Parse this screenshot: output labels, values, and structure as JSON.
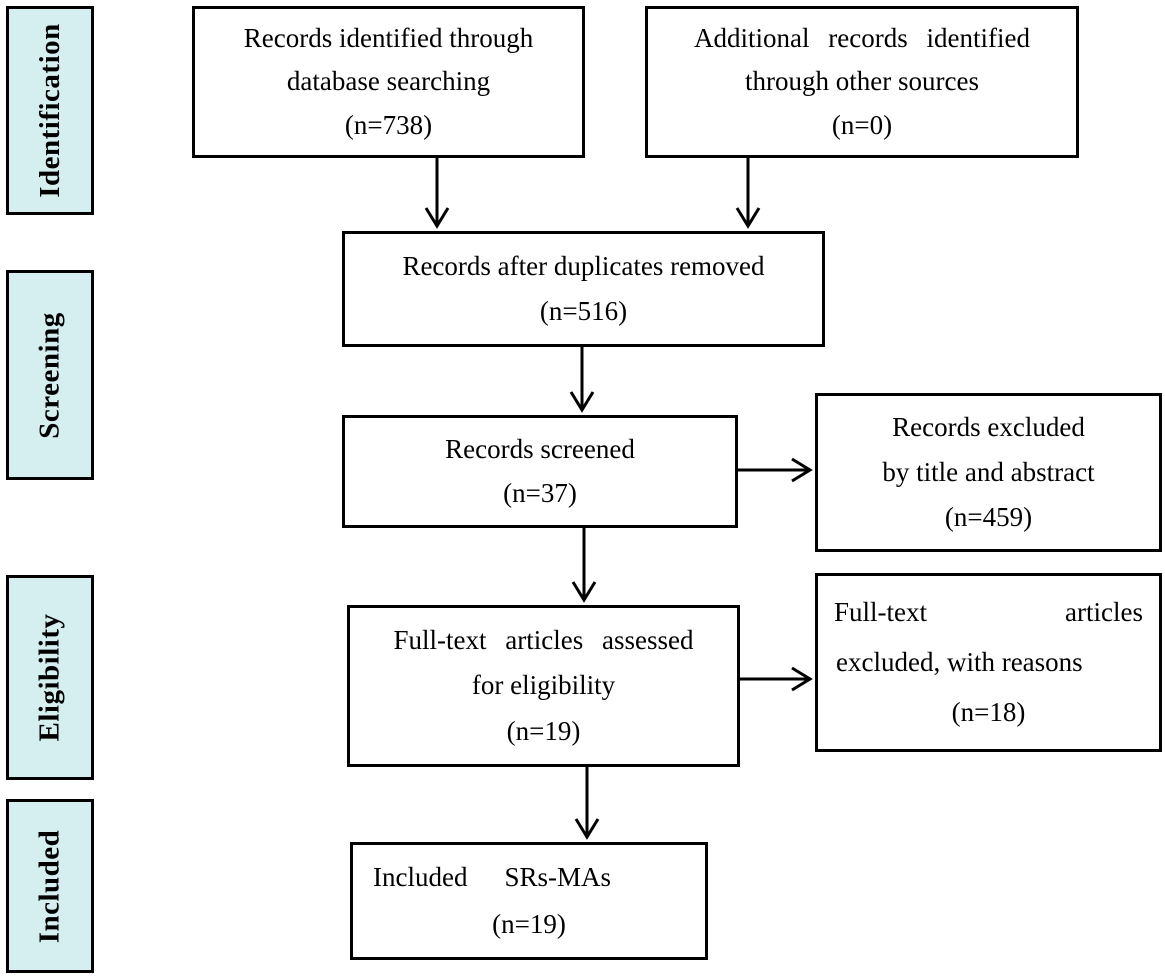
{
  "diagram": {
    "kind": "prisma-flow",
    "stage_fill_color": "#d5eff0",
    "line_color": "#000000"
  },
  "sidebar": {
    "stages": [
      {
        "label": "Identification"
      },
      {
        "label": "Screening"
      },
      {
        "label": "Eligibility"
      },
      {
        "label": "Included"
      }
    ]
  },
  "boxes": {
    "records_identified": {
      "line1": "Records identified through",
      "line2": "database searching",
      "count": "(n=738)"
    },
    "additional_records": {
      "line1": "Additional records identified",
      "line2": "through other sources",
      "count": "(n=0)"
    },
    "duplicates_removed": {
      "line1": "Records after duplicates removed",
      "count": "(n=516)"
    },
    "records_screened": {
      "line1": "Records screened",
      "count": "(n=37)"
    },
    "records_excluded": {
      "line1": "Records excluded",
      "line2": "by title and abstract",
      "count": "(n=459)"
    },
    "fulltext_assessed": {
      "line1": "Full-text articles assessed",
      "line2": "for eligibility",
      "count": "(n=19)"
    },
    "fulltext_excluded": {
      "line1_left": "Full-text",
      "line1_right": "articles",
      "line2": "excluded, with reasons",
      "count": "(n=18)"
    },
    "included_srs": {
      "line1_left": "Included",
      "line1_right": "SRs-MAs",
      "count": "(n=19)"
    }
  }
}
